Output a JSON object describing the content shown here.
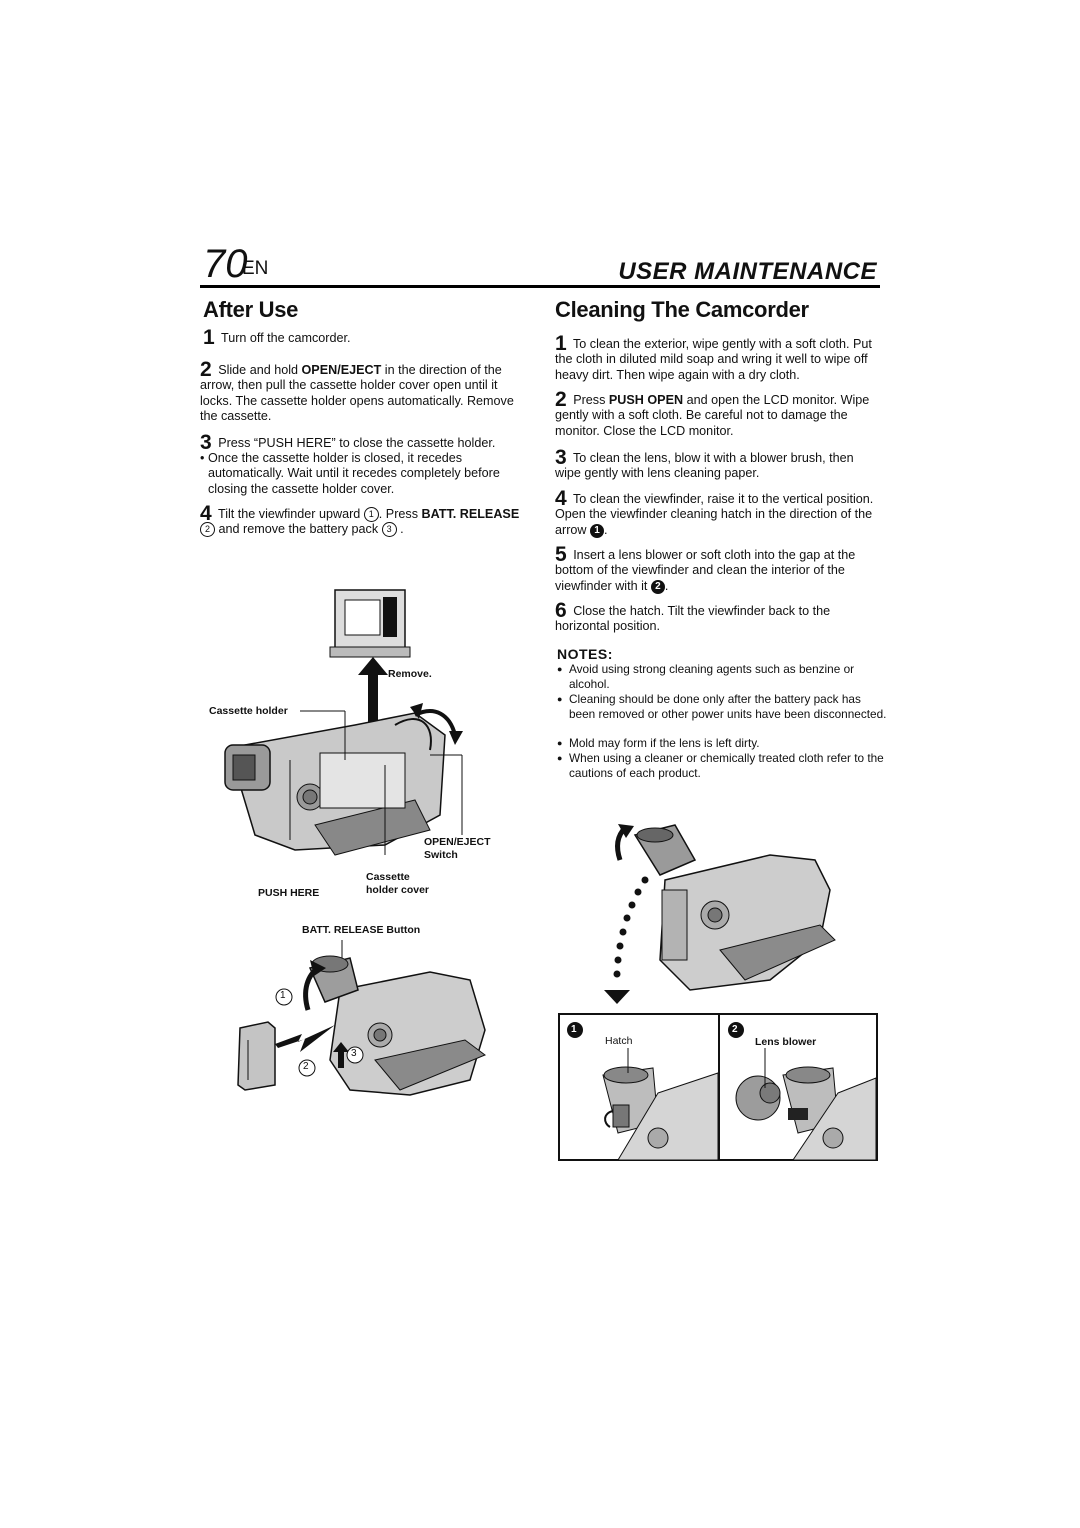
{
  "header": {
    "page_number": "70",
    "page_lang": "EN",
    "section": "USER MAINTENANCE"
  },
  "after_use": {
    "title": "After Use",
    "step1_num": "1",
    "step1": "Turn off the camcorder.",
    "step2_num": "2",
    "step2_a": "Slide and hold ",
    "step2_bold": "OPEN/EJECT",
    "step2_b": " in the direction of the arrow, then pull the cassette holder cover open until it locks. The cassette holder opens automatically. Remove the cassette.",
    "step3_num": "3",
    "step3": "Press “PUSH HERE” to close the cassette holder.",
    "step3_bullet": "Once the cassette holder is closed, it recedes automatically. Wait until it recedes completely before closing the cassette holder cover.",
    "step4_num": "4",
    "step4_a": "Tilt the viewfinder upward ",
    "step4_c1": "1",
    "step4_b": ". Press ",
    "step4_bold1": "BATT. RELEASE",
    "step4_c2": "2",
    "step4_c": " and remove the battery pack ",
    "step4_c3": "3",
    "step4_d": " .",
    "figure_labels": {
      "remove": "Remove.",
      "cassette_holder": "Cassette holder",
      "open_eject": "OPEN/EJECT",
      "switch": "Switch",
      "cassette": "Cassette",
      "holder_cover": "holder cover",
      "push_here": "PUSH HERE",
      "batt_release": "BATT. RELEASE Button",
      "n1": "1",
      "n2": "2",
      "n3": "3"
    }
  },
  "cleaning": {
    "title": "Cleaning The Camcorder",
    "steps": [
      {
        "num": "1",
        "text": "To clean the exterior, wipe gently with a soft cloth. Put the cloth in diluted mild soap and wring it well to wipe off heavy dirt. Then wipe again with a dry cloth."
      },
      {
        "num": "2",
        "a": "Press ",
        "bold": "PUSH OPEN",
        "b": " and open the LCD monitor. Wipe gently with a soft cloth.  Be careful not to damage the monitor.  Close the LCD monitor."
      },
      {
        "num": "3",
        "text": "To clean the lens, blow it with a blower brush, then wipe gently with lens cleaning paper."
      },
      {
        "num": "4",
        "text": "To clean the viewfinder, raise it to the vertical position. Open the viewfinder cleaning hatch in the direction of the arrow ",
        "marker": "1",
        "end": "."
      },
      {
        "num": "5",
        "text": "Insert a lens blower or soft cloth into the gap at the bottom of the viewfinder and clean the interior of the viewfinder with it ",
        "marker": "2",
        "end": "."
      },
      {
        "num": "6",
        "text": "Close the hatch. Tilt the viewfinder back to the horizontal position."
      }
    ],
    "notes_title": "NOTES:",
    "notes": [
      "Avoid using strong cleaning agents such as benzine or alcohol.",
      "Cleaning should be done only after the battery pack has been removed or other power units have been disconnected.",
      "Mold may form if the lens is left dirty.",
      "When using a cleaner or chemically treated cloth refer to the cautions of each product."
    ],
    "figure_labels": {
      "p1": "1",
      "p2": "2",
      "hatch": "Hatch",
      "lens_blower": "Lens blower"
    }
  }
}
